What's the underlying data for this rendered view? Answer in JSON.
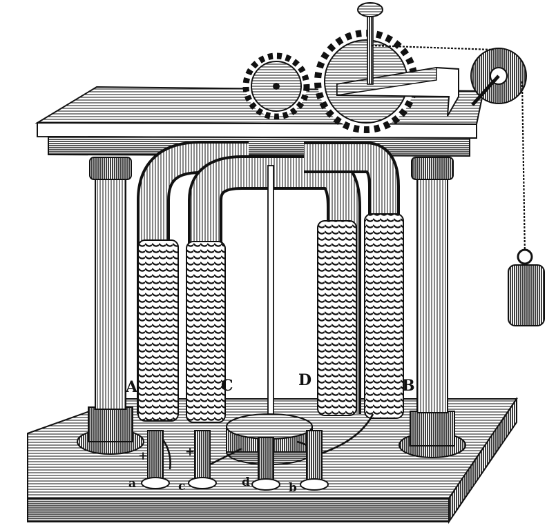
{
  "figure": {
    "labels": {
      "coil_a": "A",
      "coil_b": "B",
      "coil_c": "C",
      "coil_d": "D",
      "terminal_a": "a",
      "terminal_c": "c",
      "terminal_d": "d",
      "terminal_b": "b"
    },
    "polarity_marks": [
      "+",
      "+"
    ],
    "ink_color": "#111111",
    "paper_color": "#ffffff"
  }
}
